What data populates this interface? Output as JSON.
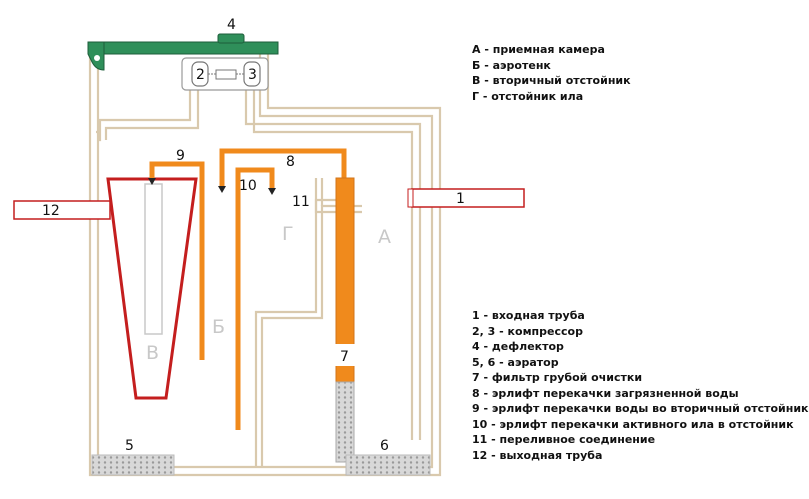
{
  "legend_zones": [
    "А - приемная камера",
    "Б - аэротенк",
    "В - вторичный отстойник",
    "Г - отстойник ила"
  ],
  "legend_items": [
    "1 - входная труба",
    "2, 3 - компрессор",
    "4 - дефлектор",
    "5, 6 - аэратор",
    "7 - фильтр грубой очистки",
    "8 - эрлифт перекачки загрязненной воды",
    "9 - эрлифт перекачки воды во вторичный отстойник",
    "10 - эрлифт перекачки активного ила в отстойник",
    "11 - переливное соединение",
    "12 - выходная труба"
  ],
  "zone_labels": {
    "a": "А",
    "b": "Б",
    "v": "В",
    "g": "Г"
  },
  "part_labels": {
    "p1": "1",
    "p2": "2",
    "p3": "3",
    "p4": "4",
    "p5": "5",
    "p6": "6",
    "p7": "7",
    "p8": "8",
    "p9": "9",
    "p10": "10",
    "p11": "11",
    "p12": "12"
  },
  "colors": {
    "wall": "#d9c9ad",
    "airlift": "#f08a1c",
    "clarifier": "#c41e1e",
    "lid": "#2f8f5a",
    "filter_mesh": "#cfcfcf"
  }
}
